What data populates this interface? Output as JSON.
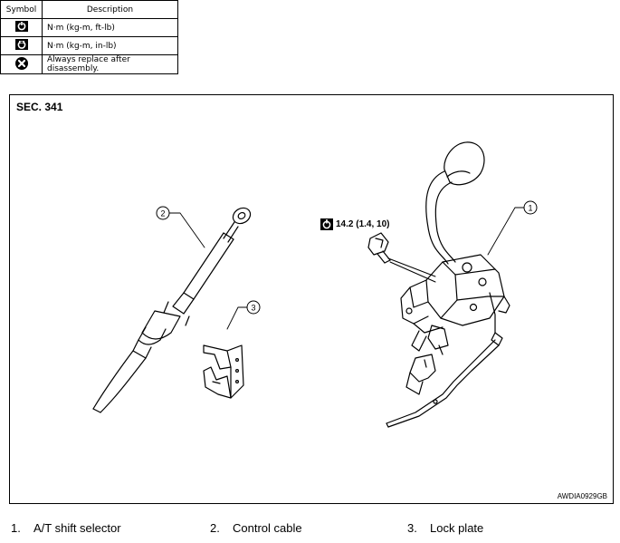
{
  "legend": {
    "header_symbol": "Symbol",
    "header_description": "Description",
    "rows": [
      {
        "icon": "torque-wrench-icon",
        "description": "N·m (kg-m, ft-lb)"
      },
      {
        "icon": "torque-wrench-small-icon",
        "description": "N·m (kg-m, in-lb)"
      },
      {
        "icon": "replace-after-disassembly-icon",
        "description": "Always replace after disassembly."
      }
    ]
  },
  "figure": {
    "section": "SEC. 341",
    "torque_value": "14.2 (1.4, 10)",
    "figure_code": "AWDIA0929GB",
    "callouts": [
      "1",
      "2",
      "3"
    ]
  },
  "captions": [
    {
      "number": "1.",
      "label": "A/T shift selector"
    },
    {
      "number": "2.",
      "label": "Control cable"
    },
    {
      "number": "3.",
      "label": "Lock plate"
    }
  ]
}
